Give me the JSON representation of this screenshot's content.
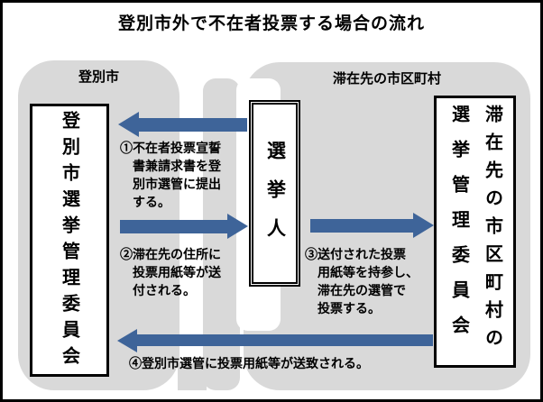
{
  "title": "登別市外で不在者投票する場合の流れ",
  "colors": {
    "arrow": "#3E6499",
    "section_bg": "#D9D9D9",
    "box_border": "#000000"
  },
  "sections": {
    "left": {
      "label": "登別市",
      "box": "登別市選挙管理委員会"
    },
    "middle": {
      "box": "選挙人"
    },
    "right": {
      "label": "滞在先の市区町村",
      "box_line1": "滞在先の市区町村の",
      "box_line2": "選挙管理委員会"
    }
  },
  "steps": [
    {
      "direction": "left",
      "text": "①不在者投票宣誓\n　書兼請求書を登\n　別市選管に提出\n　する。"
    },
    {
      "direction": "right",
      "text": "②滞在先の住所に\n　投票用紙等が送\n　付される。"
    },
    {
      "direction": "right",
      "text": "③送付された投票\n　用紙等を持参し、\n　滞在先の選管で\n　投票する。"
    },
    {
      "direction": "left",
      "text": "④登別市選管に投票用紙等が送致される。"
    }
  ]
}
